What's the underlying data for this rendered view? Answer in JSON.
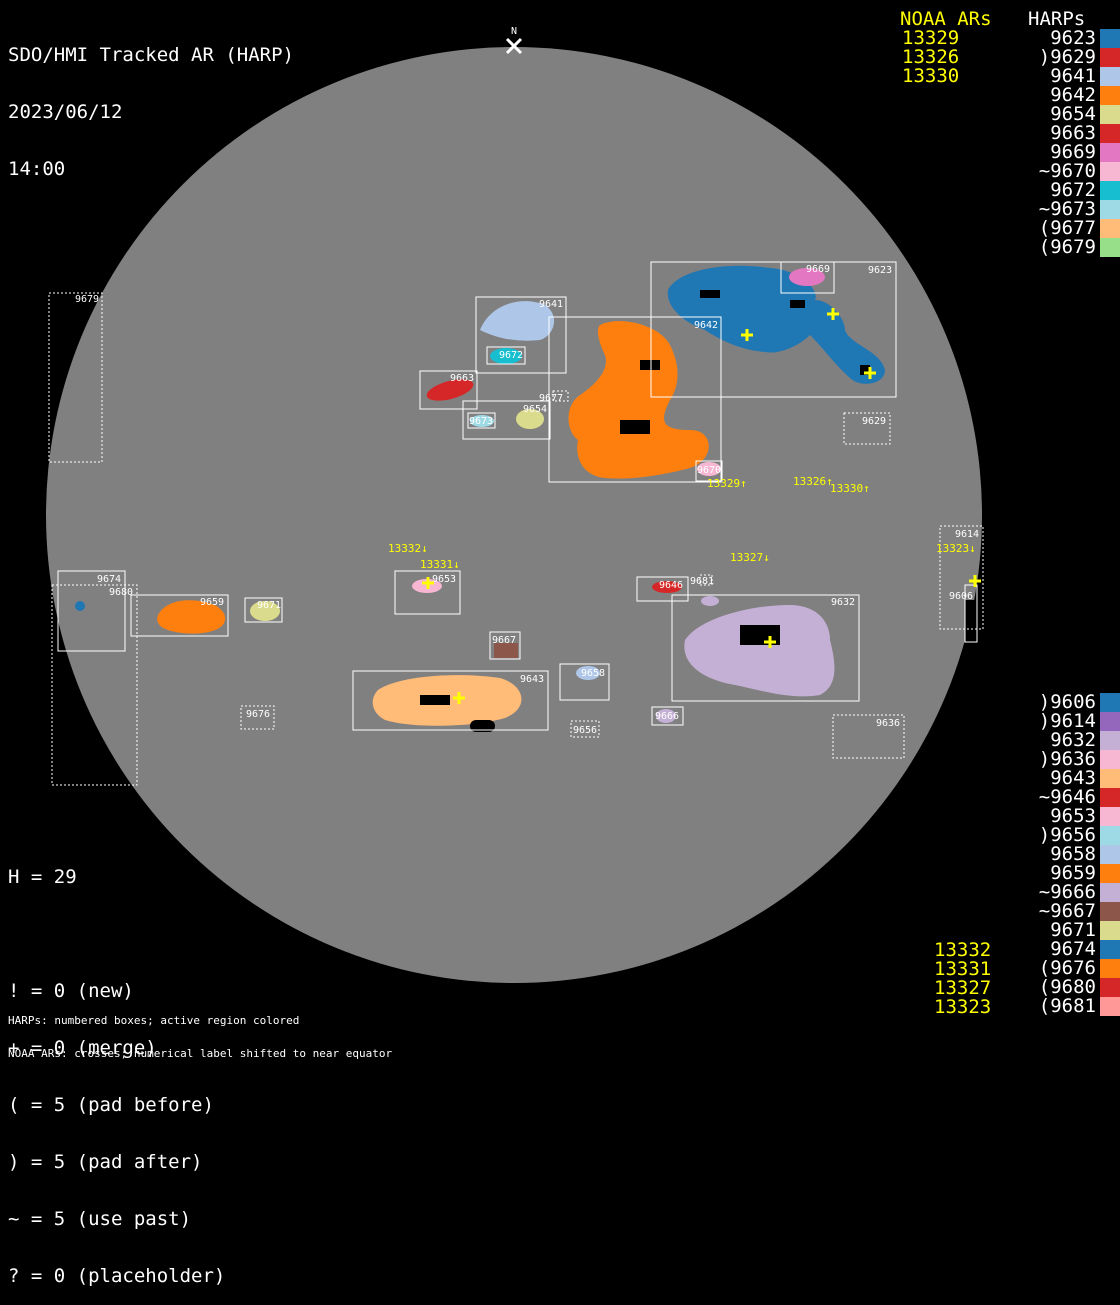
{
  "header": {
    "title": "SDO/HMI Tracked AR (HARP)",
    "date": "2023/06/12",
    "time": "14:00"
  },
  "north_label": "N",
  "legend_top": {
    "noaa_title": "NOAA ARs",
    "harp_title": "HARPs",
    "noaa": [
      "13329",
      "13326",
      "13330"
    ],
    "harps": [
      {
        "label": "9623",
        "color": "#1f77b4"
      },
      {
        "label": ")9629",
        "color": "#d62728"
      },
      {
        "label": "9641",
        "color": "#aec7e8"
      },
      {
        "label": "9642",
        "color": "#ff7f0e"
      },
      {
        "label": "9654",
        "color": "#dbdb8d"
      },
      {
        "label": "9663",
        "color": "#d62728"
      },
      {
        "label": "9669",
        "color": "#e377c2"
      },
      {
        "label": "~9670",
        "color": "#f7b6d2"
      },
      {
        "label": "9672",
        "color": "#17becf"
      },
      {
        "label": "~9673",
        "color": "#9edae5"
      },
      {
        "label": "(9677",
        "color": "#ffbb78"
      },
      {
        "label": "(9679",
        "color": "#98df8a"
      }
    ]
  },
  "legend_bottom": {
    "noaa": [
      "13332",
      "13331",
      "13327",
      "13323"
    ],
    "harps": [
      {
        "label": ")9606",
        "color": "#1f77b4"
      },
      {
        "label": ")9614",
        "color": "#9467bd"
      },
      {
        "label": "9632",
        "color": "#c5b0d5"
      },
      {
        "label": ")9636",
        "color": "#f7b6d2"
      },
      {
        "label": "9643",
        "color": "#ffbb78"
      },
      {
        "label": "~9646",
        "color": "#d62728"
      },
      {
        "label": "9653",
        "color": "#f7b6d2"
      },
      {
        "label": ")9656",
        "color": "#9edae5"
      },
      {
        "label": "9658",
        "color": "#aec7e8"
      },
      {
        "label": "9659",
        "color": "#ff7f0e"
      },
      {
        "label": "~9666",
        "color": "#c5b0d5"
      },
      {
        "label": "~9667",
        "color": "#8c564b"
      },
      {
        "label": "9671",
        "color": "#dbdb8d"
      },
      {
        "label": "9674",
        "color": "#1f77b4"
      },
      {
        "label": "(9676",
        "color": "#ff7f0e"
      },
      {
        "label": "(9680",
        "color": "#d62728"
      },
      {
        "label": "(9681",
        "color": "#ff9896"
      }
    ]
  },
  "stats": {
    "h": "H = 29",
    "lines": [
      "! = 0 (new)",
      "+ = 0 (merge)",
      "( = 5 (pad before)",
      ") = 5 (pad after)",
      "~ = 5 (use past)",
      "? = 0 (placeholder)"
    ]
  },
  "footer": {
    "line1": "HARPs: numbered boxes; active region colored",
    "line2": "NOAA ARs: crosses; numerical label shifted to near equator"
  },
  "disk": {
    "regions": [
      {
        "id": "9623",
        "color": "#1f77b4"
      },
      {
        "id": "9669",
        "color": "#e377c2"
      },
      {
        "id": "9641",
        "color": "#aec7e8"
      },
      {
        "id": "9672",
        "color": "#17becf"
      },
      {
        "id": "9642",
        "color": "#ff7f0e"
      },
      {
        "id": "9663",
        "color": "#d62728"
      },
      {
        "id": "9654",
        "color": "#dbdb8d"
      },
      {
        "id": "9673",
        "color": "#9edae5"
      },
      {
        "id": "9670",
        "color": "#f7b6d2"
      },
      {
        "id": "9659",
        "color": "#ff7f0e"
      },
      {
        "id": "9671",
        "color": "#dbdb8d"
      },
      {
        "id": "9653",
        "color": "#f7b6d2"
      },
      {
        "id": "9643",
        "color": "#ffbb78"
      },
      {
        "id": "9632",
        "color": "#c5b0d5"
      },
      {
        "id": "9646",
        "color": "#d62728"
      },
      {
        "id": "9658",
        "color": "#aec7e8"
      },
      {
        "id": "9666",
        "color": "#c5b0d5"
      },
      {
        "id": "9667",
        "color": "#8c564b"
      },
      {
        "id": "9674",
        "color": "#1f77b4"
      }
    ],
    "box_labels": [
      "9679",
      "9641",
      "9672",
      "9663",
      "9677",
      "9654",
      "9673",
      "9642",
      "9623",
      "9669",
      "9629",
      "9670",
      "9674",
      "9680",
      "9659",
      "9671",
      "9653",
      "9667",
      "9646",
      "9681",
      "9632",
      "9614",
      "9606",
      "9643",
      "9658",
      "9656",
      "9666",
      "9676",
      "9636"
    ],
    "noaa_labels": [
      "13329↑",
      "13326↑",
      "13330↑",
      "13332↓",
      "13331↓",
      "13327↓",
      "13323↓"
    ]
  }
}
